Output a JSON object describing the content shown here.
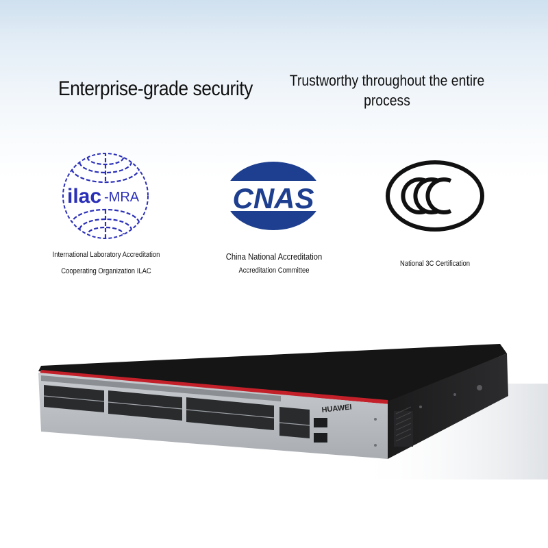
{
  "headline_left": "Enterprise-grade security",
  "headline_right": "Trustworthy throughout the entire process",
  "certifications": [
    {
      "logo_text_1": "ilac",
      "logo_text_2": "-MRA",
      "caption_line1": "International Laboratory Accreditation",
      "caption_line2": "Cooperating Organization ILAC",
      "icon": "ilac-mra-icon"
    },
    {
      "logo_text": "CNAS",
      "caption_line1": "China National Accreditation",
      "caption_line2": "Accreditation Committee",
      "icon": "cnas-icon"
    },
    {
      "caption_line1": "National 3C Certification",
      "icon": "ccc-icon"
    }
  ],
  "device": {
    "brand": "HUAWEI",
    "icon": "network-switch"
  },
  "colors": {
    "ilac_blue": "#2a2fb8",
    "cnas_blue": "#1e3f8f",
    "ccc_black": "#111111",
    "switch_red": "#c4202a"
  }
}
